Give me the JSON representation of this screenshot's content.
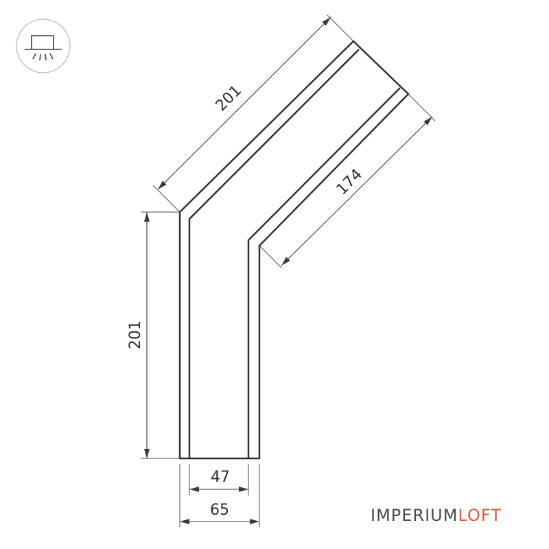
{
  "icon": {
    "name": "ceiling-mount-light-icon"
  },
  "dimensions": {
    "diagonal_outer": "201",
    "diagonal_inner": "174",
    "vertical_height": "201",
    "inner_width": "47",
    "outer_width": "65"
  },
  "brand": {
    "part1": "IMPERIUM",
    "part2": "LOFT",
    "part1_color": "#4a4a4a",
    "part2_color": "#e8553a"
  },
  "colors": {
    "line": "#2b2b2b",
    "icon_ring": "#b5b5b5"
  }
}
